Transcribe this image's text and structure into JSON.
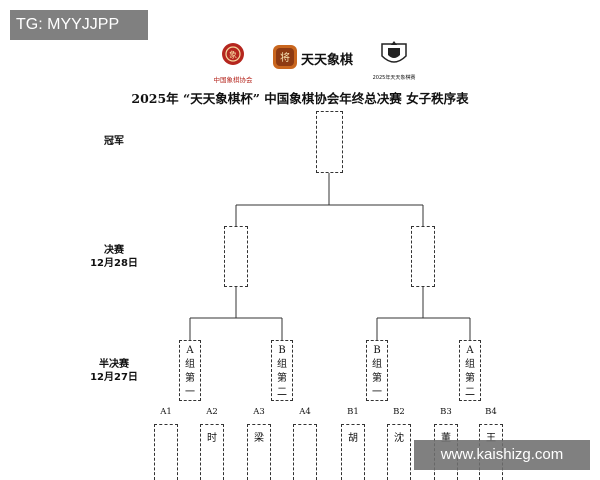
{
  "header": {
    "tg_label": "TG: MYYJJPP",
    "logo1_caption": "中国象棋协会",
    "logo2_text": "天天象棋",
    "logo3_caption": "2025年天天象棋赛",
    "title": "2025年 “天天象棋杯” 中国象棋协会年终总决赛  女子秩序表"
  },
  "rounds": {
    "champion": {
      "label": "冠军"
    },
    "final": {
      "label": "决赛",
      "date": "12月28日"
    },
    "semifinal": {
      "label": "半决赛",
      "date": "12月27日"
    }
  },
  "semi_boxes": [
    {
      "group": "A",
      "text": "组",
      "rank": "第一"
    },
    {
      "group": "B",
      "text": "组",
      "rank": "第二"
    },
    {
      "group": "B",
      "text": "组",
      "rank": "第一"
    },
    {
      "group": "A",
      "text": "组",
      "rank": "第二"
    }
  ],
  "slots": [
    {
      "label": "A1",
      "char": ""
    },
    {
      "label": "A2",
      "char": "时"
    },
    {
      "label": "A3",
      "char": "梁"
    },
    {
      "label": "A4",
      "char": ""
    },
    {
      "label": "B1",
      "char": "胡"
    },
    {
      "label": "B2",
      "char": "沈"
    },
    {
      "label": "B3",
      "char": "董"
    },
    {
      "label": "B4",
      "char": "王"
    }
  ],
  "watermark": "www.kaishizg.com",
  "colors": {
    "line": "#333333",
    "badge": "#6e6e6e",
    "logo_red": "#b5261e",
    "logo_orange": "#c9661e"
  }
}
